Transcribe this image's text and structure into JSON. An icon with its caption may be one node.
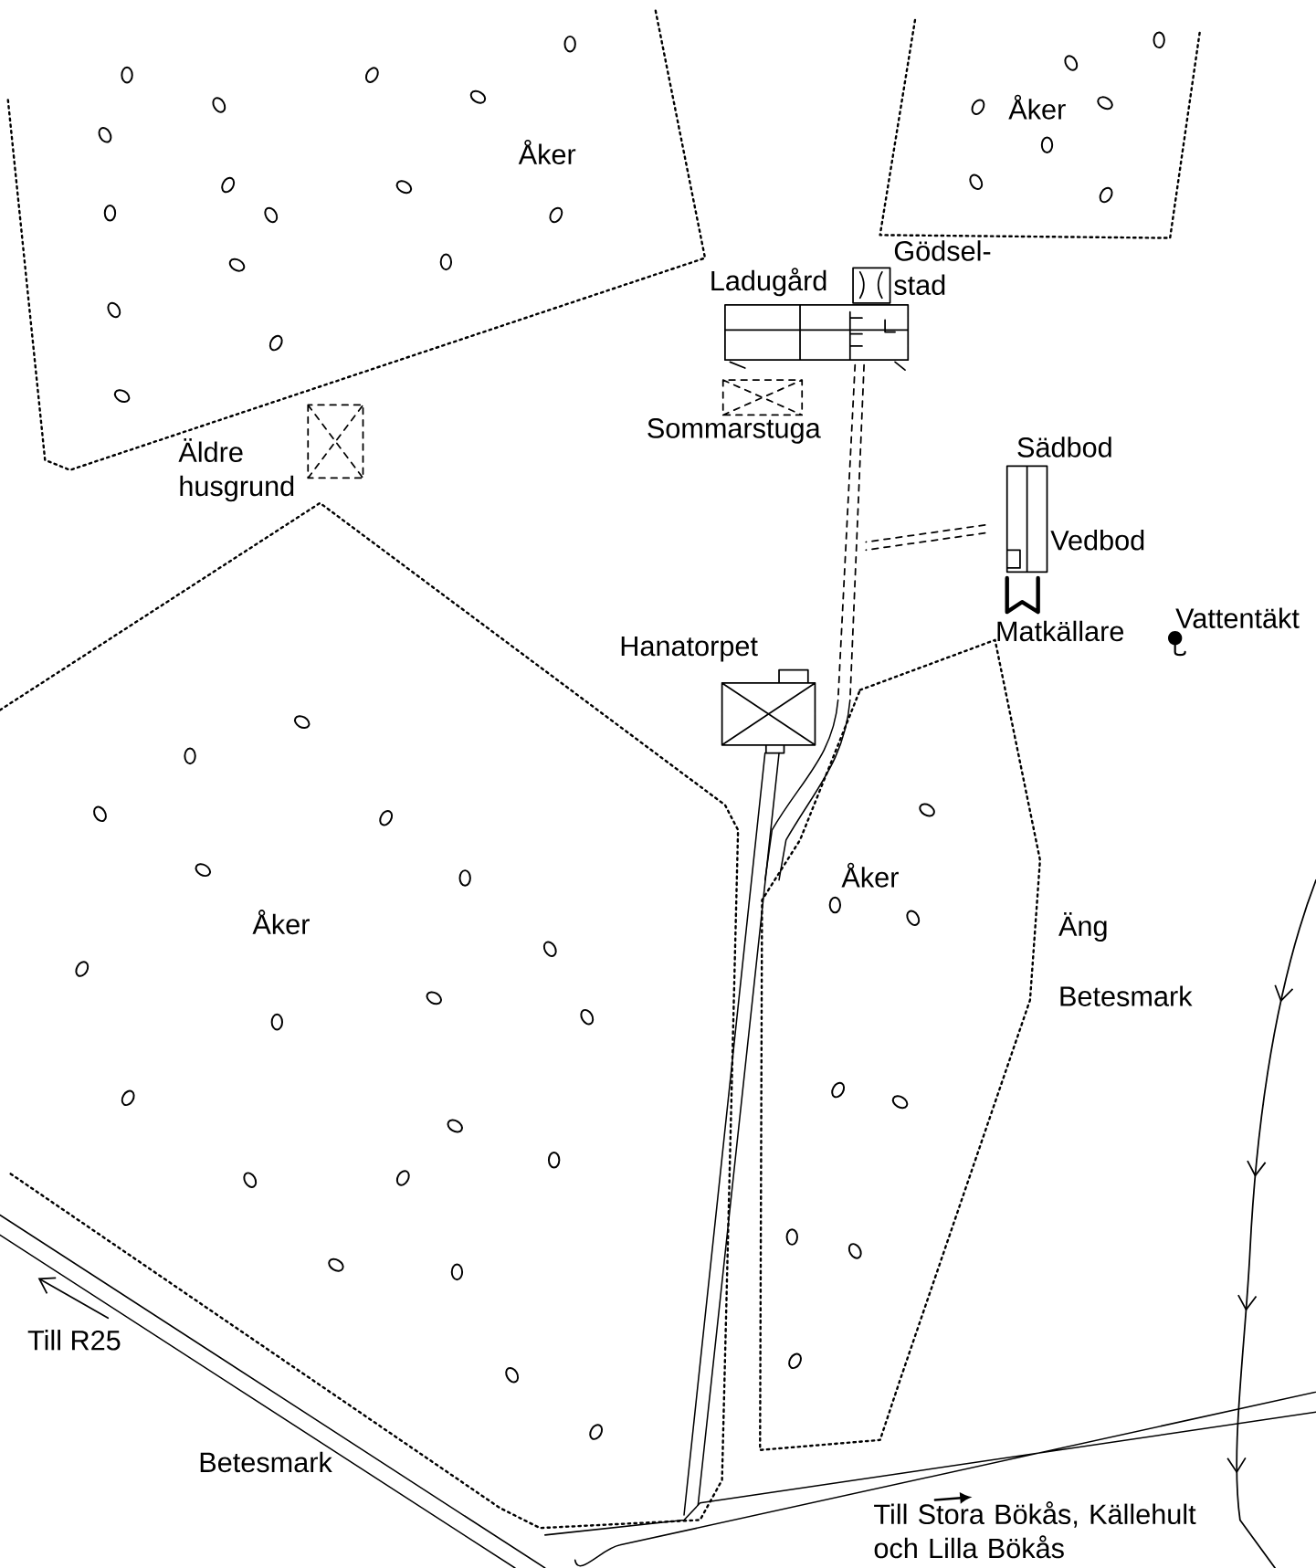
{
  "diagram": {
    "labels": [
      "Åker",
      "Åker",
      "Gödsel- stad",
      "Ladugård",
      "Sommarstuga",
      "Sädbod",
      "Äldre husgrund",
      "Vedbod",
      "Vattentäkt",
      "Matkällare",
      "Hanatorpet",
      "Åker",
      "Åker",
      "Äng",
      "Betesmark",
      "Till R25",
      "Betesmark",
      "Till Stora Bökås, Källehult och Lilla Bökås"
    ]
  }
}
